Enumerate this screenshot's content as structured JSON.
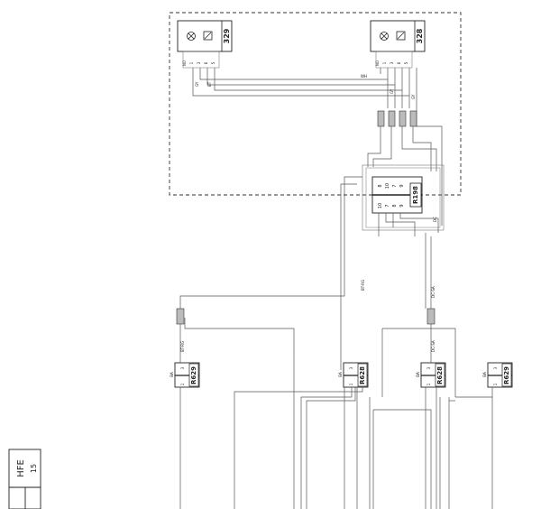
{
  "title_block": {
    "code": "HFE",
    "number": "15"
  },
  "components": {
    "switch_left": {
      "ref": "329",
      "pins": [
        "NO",
        "1",
        "3",
        "6",
        "5"
      ]
    },
    "switch_right": {
      "ref": "328",
      "pins": [
        "NO",
        "1",
        "3",
        "6",
        "5"
      ]
    },
    "connector_center": {
      "ref": "R198",
      "pins_top": [
        "8",
        "10",
        "7",
        "9"
      ],
      "pins_bottom": [
        "10",
        "7",
        "8",
        "9"
      ]
    },
    "conn_1": {
      "ref": "R629",
      "pins": [
        "BA",
        "3",
        "1"
      ]
    },
    "conn_2": {
      "ref": "R628",
      "pins": [
        "BA",
        "3",
        "1"
      ]
    },
    "conn_3": {
      "ref": "R628",
      "pins": [
        "BA",
        "3",
        "1"
      ]
    },
    "conn_4": {
      "ref": "R629",
      "pins": [
        "BA",
        "3",
        "1"
      ]
    }
  },
  "wire_labels": {
    "top_bus": "WH",
    "left_stub_a": "GY",
    "left_stub_b": "BT",
    "right_stub_a": "GY",
    "right_stub_b": "GY",
    "vertical_left": "BT-RG",
    "vertical_right": "DC-SA",
    "drop_left": "BT-RG",
    "drop_right": "DC-SA",
    "center_out": "DC"
  }
}
